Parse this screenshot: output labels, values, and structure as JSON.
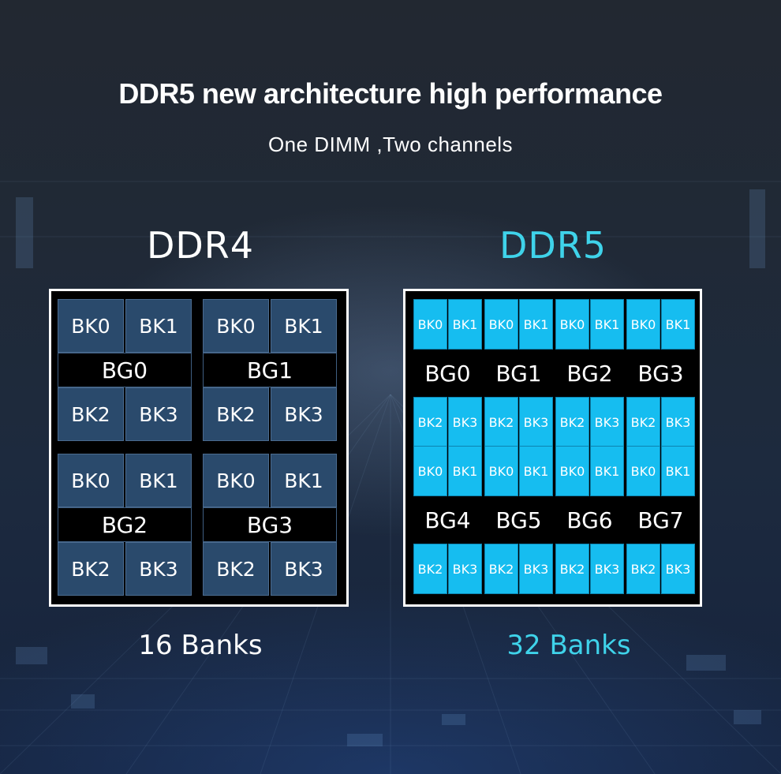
{
  "header": {
    "title": "DDR5 new architecture  high performance",
    "subtitle": "One DIMM ,Two channels"
  },
  "ddr4": {
    "heading": "DDR4",
    "footer": "16 Banks",
    "color": "#ffffff",
    "bank_fill": "#2a4a6c",
    "groups": [
      {
        "label": "BG0",
        "banks": [
          "BK0",
          "BK1",
          "BK2",
          "BK3"
        ]
      },
      {
        "label": "BG1",
        "banks": [
          "BK0",
          "BK1",
          "BK2",
          "BK3"
        ]
      },
      {
        "label": "BG2",
        "banks": [
          "BK0",
          "BK1",
          "BK2",
          "BK3"
        ]
      },
      {
        "label": "BG3",
        "banks": [
          "BK0",
          "BK1",
          "BK2",
          "BK3"
        ]
      }
    ]
  },
  "ddr5": {
    "heading": "DDR5",
    "footer": "32 Banks",
    "color": "#3fd3ea",
    "bank_fill": "#16bdf0",
    "groups": [
      {
        "label": "BG0",
        "banks": [
          "BK0",
          "BK1",
          "BK2",
          "BK3"
        ]
      },
      {
        "label": "BG1",
        "banks": [
          "BK0",
          "BK1",
          "BK2",
          "BK3"
        ]
      },
      {
        "label": "BG2",
        "banks": [
          "BK0",
          "BK1",
          "BK2",
          "BK3"
        ]
      },
      {
        "label": "BG3",
        "banks": [
          "BK0",
          "BK1",
          "BK2",
          "BK3"
        ]
      },
      {
        "label": "BG4",
        "banks": [
          "BK0",
          "BK1",
          "BK2",
          "BK3"
        ]
      },
      {
        "label": "BG5",
        "banks": [
          "BK0",
          "BK1",
          "BK2",
          "BK3"
        ]
      },
      {
        "label": "BG6",
        "banks": [
          "BK0",
          "BK1",
          "BK2",
          "BK3"
        ]
      },
      {
        "label": "BG7",
        "banks": [
          "BK0",
          "BK1",
          "BK2",
          "BK3"
        ]
      }
    ]
  }
}
